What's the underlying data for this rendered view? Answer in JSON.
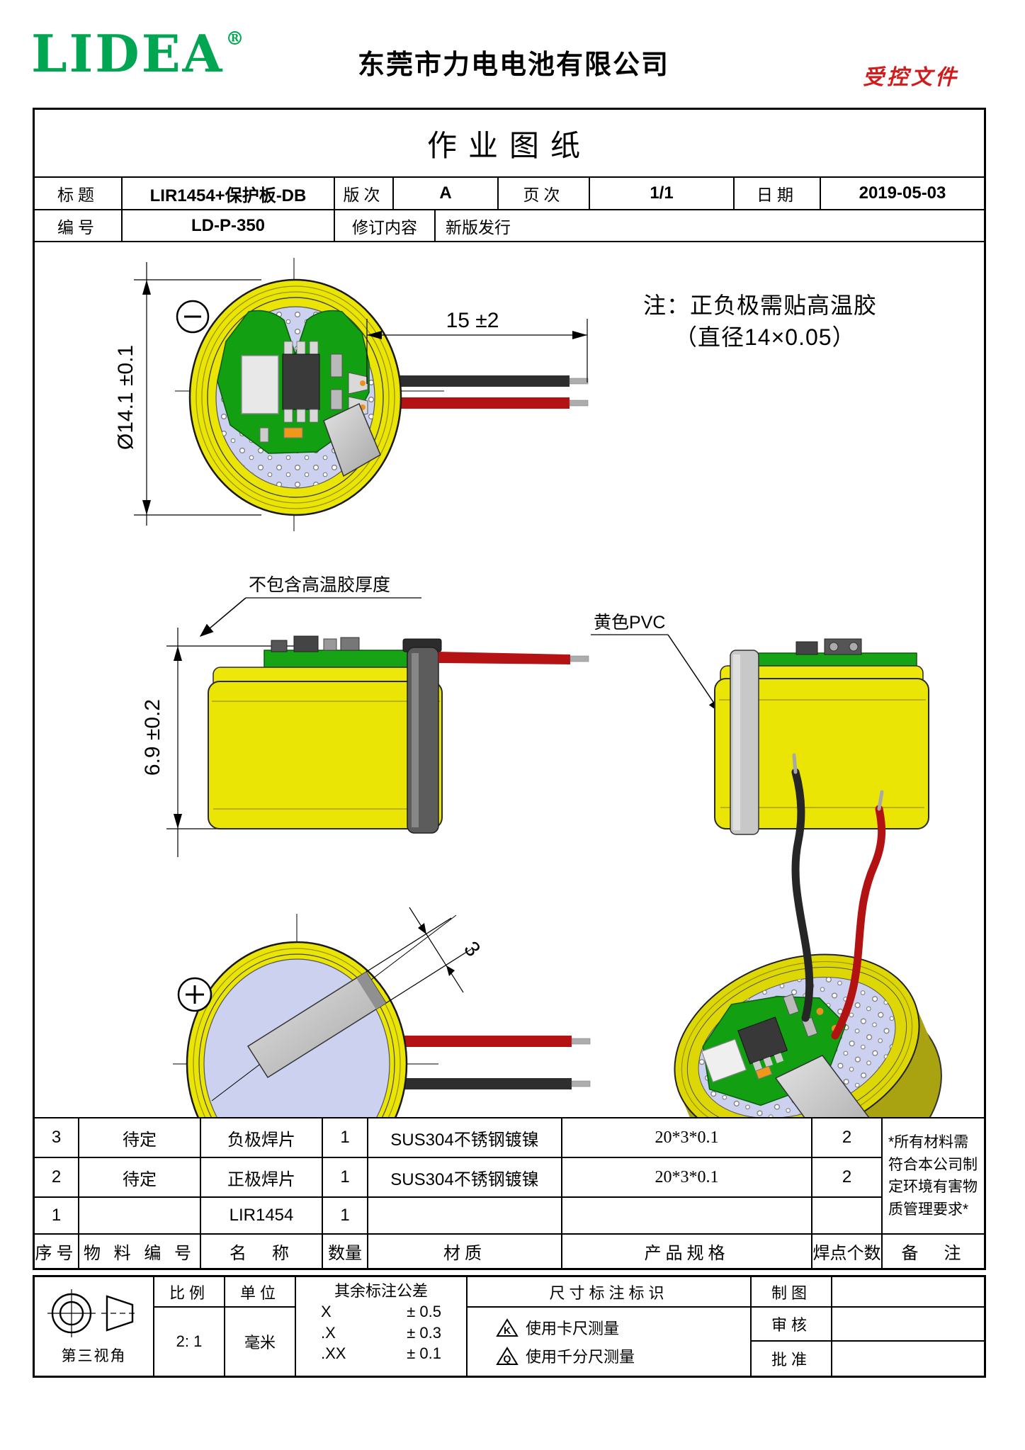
{
  "header": {
    "logo": "LIDEA",
    "registered": "®",
    "company": "东莞市力电电池有限公司",
    "controlled_doc": "受控文件"
  },
  "title_block": {
    "doc_title": "作业图纸",
    "labels": {
      "title": "标题",
      "rev": "版次",
      "page": "页次",
      "date": "日期",
      "no": "编号",
      "revision_content": "修订内容"
    },
    "values": {
      "title": "LIR1454+保护板-DB",
      "rev": "A",
      "page": "1/1",
      "date": "2019-05-03",
      "no": "LD-P-350",
      "revision": "新版发行"
    }
  },
  "drawing": {
    "note_line1": "注：正负极需贴高温胶",
    "note_line2": "（直径14×0.05）",
    "dim_diameter": "Ø14.1 ±0.1",
    "dim_wire_length": "15 ±2",
    "dim_height": "6.9 ±0.2",
    "dim_tab_width": "3",
    "label_no_tape": "不包含高温胶厚度",
    "label_pvc": "黄色PVC"
  },
  "parts_table": {
    "headers": {
      "seq": "序号",
      "material_no": "物 料 编 号",
      "name": "名　称",
      "qty": "数量",
      "material": "材质",
      "spec": "产品规格",
      "solder_points": "焊点个数",
      "remark": "备　注"
    },
    "rows": [
      {
        "seq": "3",
        "material_no": "待定",
        "name": "负极焊片",
        "qty": "1",
        "material": "SUS304不锈钢镀镍",
        "spec": "20*3*0.1",
        "solder_points": "2"
      },
      {
        "seq": "2",
        "material_no": "待定",
        "name": "正极焊片",
        "qty": "1",
        "material": "SUS304不锈钢镀镍",
        "spec": "20*3*0.1",
        "solder_points": "2"
      },
      {
        "seq": "1",
        "material_no": "",
        "name": "LIR1454",
        "qty": "1",
        "material": "",
        "spec": "",
        "solder_points": ""
      }
    ],
    "remark_note": "*所有材料需符合本公司制定环境有害物质管理要求*"
  },
  "footer": {
    "projection_label": "第三视角",
    "scale_label": "比例",
    "scale_value": "2: 1",
    "unit_label": "单位",
    "unit_value": "毫米",
    "tolerance_title": "其余标注公差",
    "tolerances": [
      {
        "k": "X",
        "v": "± 0.5"
      },
      {
        "k": ".X",
        "v": "± 0.3"
      },
      {
        "k": ".XX",
        "v": "± 0.1"
      }
    ],
    "dim_mark_title": "尺寸标注标识",
    "dim_marks": [
      {
        "symbol": "K",
        "text": "使用卡尺测量"
      },
      {
        "symbol": "Q",
        "text": "使用千分尺测量"
      }
    ],
    "drawn_label": "制图",
    "checked_label": "审核",
    "approved_label": "批准",
    "drawn_value": "",
    "checked_value": "",
    "approved_value": ""
  },
  "colors": {
    "brand_green": "#00a651",
    "controlled_red": "#d01c1c",
    "battery_yellow": "#ebe506",
    "pcb_green": "#12a012",
    "cell_lavender": "#cbd1ef",
    "wire_red": "#b51313",
    "wire_black": "#2e2e2e"
  }
}
